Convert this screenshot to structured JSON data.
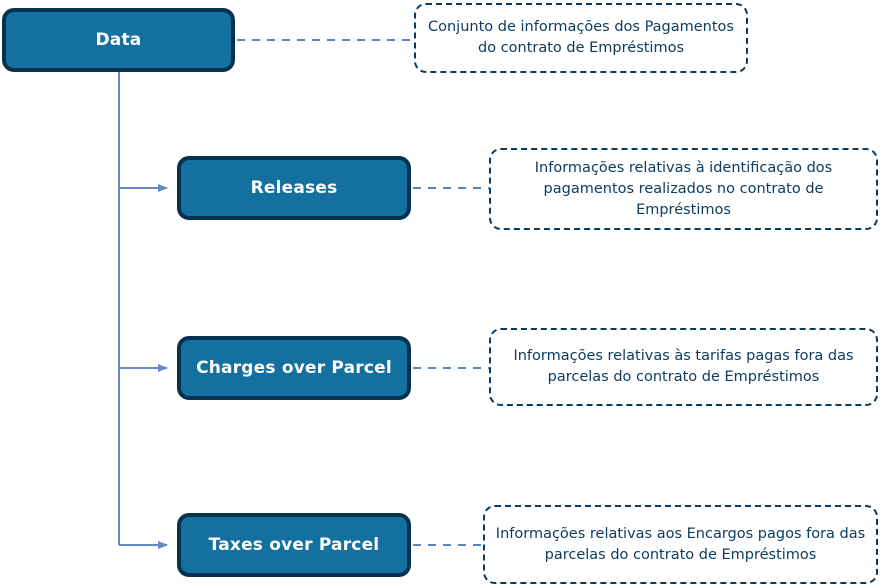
{
  "diagram": {
    "title": "Data payments structure diagram",
    "colors": {
      "node_fill": "#14719F",
      "node_border": "#063150",
      "node_text": "#FFFFFF",
      "note_border": "#0A3A5E",
      "note_text": "#0E3C61",
      "connector": "#5B82BE",
      "background": "#FFFFFF"
    },
    "root": {
      "label": "Data",
      "note": "Conjunto de informações dos Pagamentos do contrato de Empréstimos"
    },
    "children": [
      {
        "label": "Releases",
        "note": "Informações relativas à identificação dos pagamentos realizados no contrato de Empréstimos"
      },
      {
        "label": "Charges over Parcel",
        "note": "Informações relativas às tarifas pagas fora das parcelas do contrato de Empréstimos"
      },
      {
        "label": "Taxes over Parcel",
        "note": "Informações relativas aos Encargos pagos fora das parcelas do contrato de Empréstimos"
      }
    ]
  }
}
